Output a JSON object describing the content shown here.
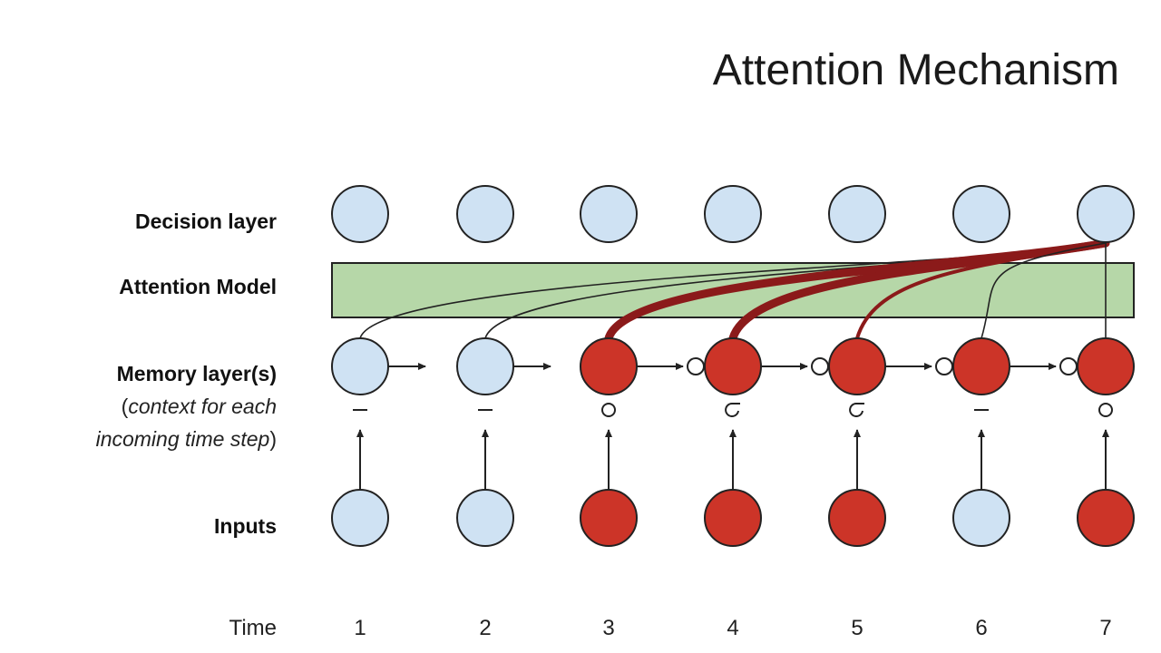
{
  "title": "Attention Mechanism",
  "rows": {
    "decision": "Decision layer",
    "attention": "Attention Model",
    "memory": "Memory layer(s)",
    "memory_sub1_open": "(",
    "memory_sub1_italic": "context for each",
    "memory_sub2_italic": "incoming time step",
    "memory_sub2_close": ")",
    "inputs": "Inputs"
  },
  "time_label": "Time",
  "time_steps": [
    "1",
    "2",
    "3",
    "4",
    "5",
    "6",
    "7"
  ],
  "input_active": [
    false,
    false,
    true,
    true,
    true,
    false,
    true
  ],
  "memory_active": [
    false,
    false,
    true,
    true,
    true,
    true,
    true
  ],
  "connector_markers": [
    "−",
    "−",
    "○",
    "σ",
    "σ",
    "−",
    "○"
  ],
  "attention_weight_hints": [
    "thin",
    "thin",
    "thick",
    "thick",
    "medium",
    "thin",
    "thin"
  ],
  "colors": {
    "inactive_fill": "#cfe2f3",
    "active_fill": "#cc3428",
    "attention_fill": "#b6d7a8",
    "attention_strong": "#8b1a1a",
    "stroke": "#222222"
  }
}
